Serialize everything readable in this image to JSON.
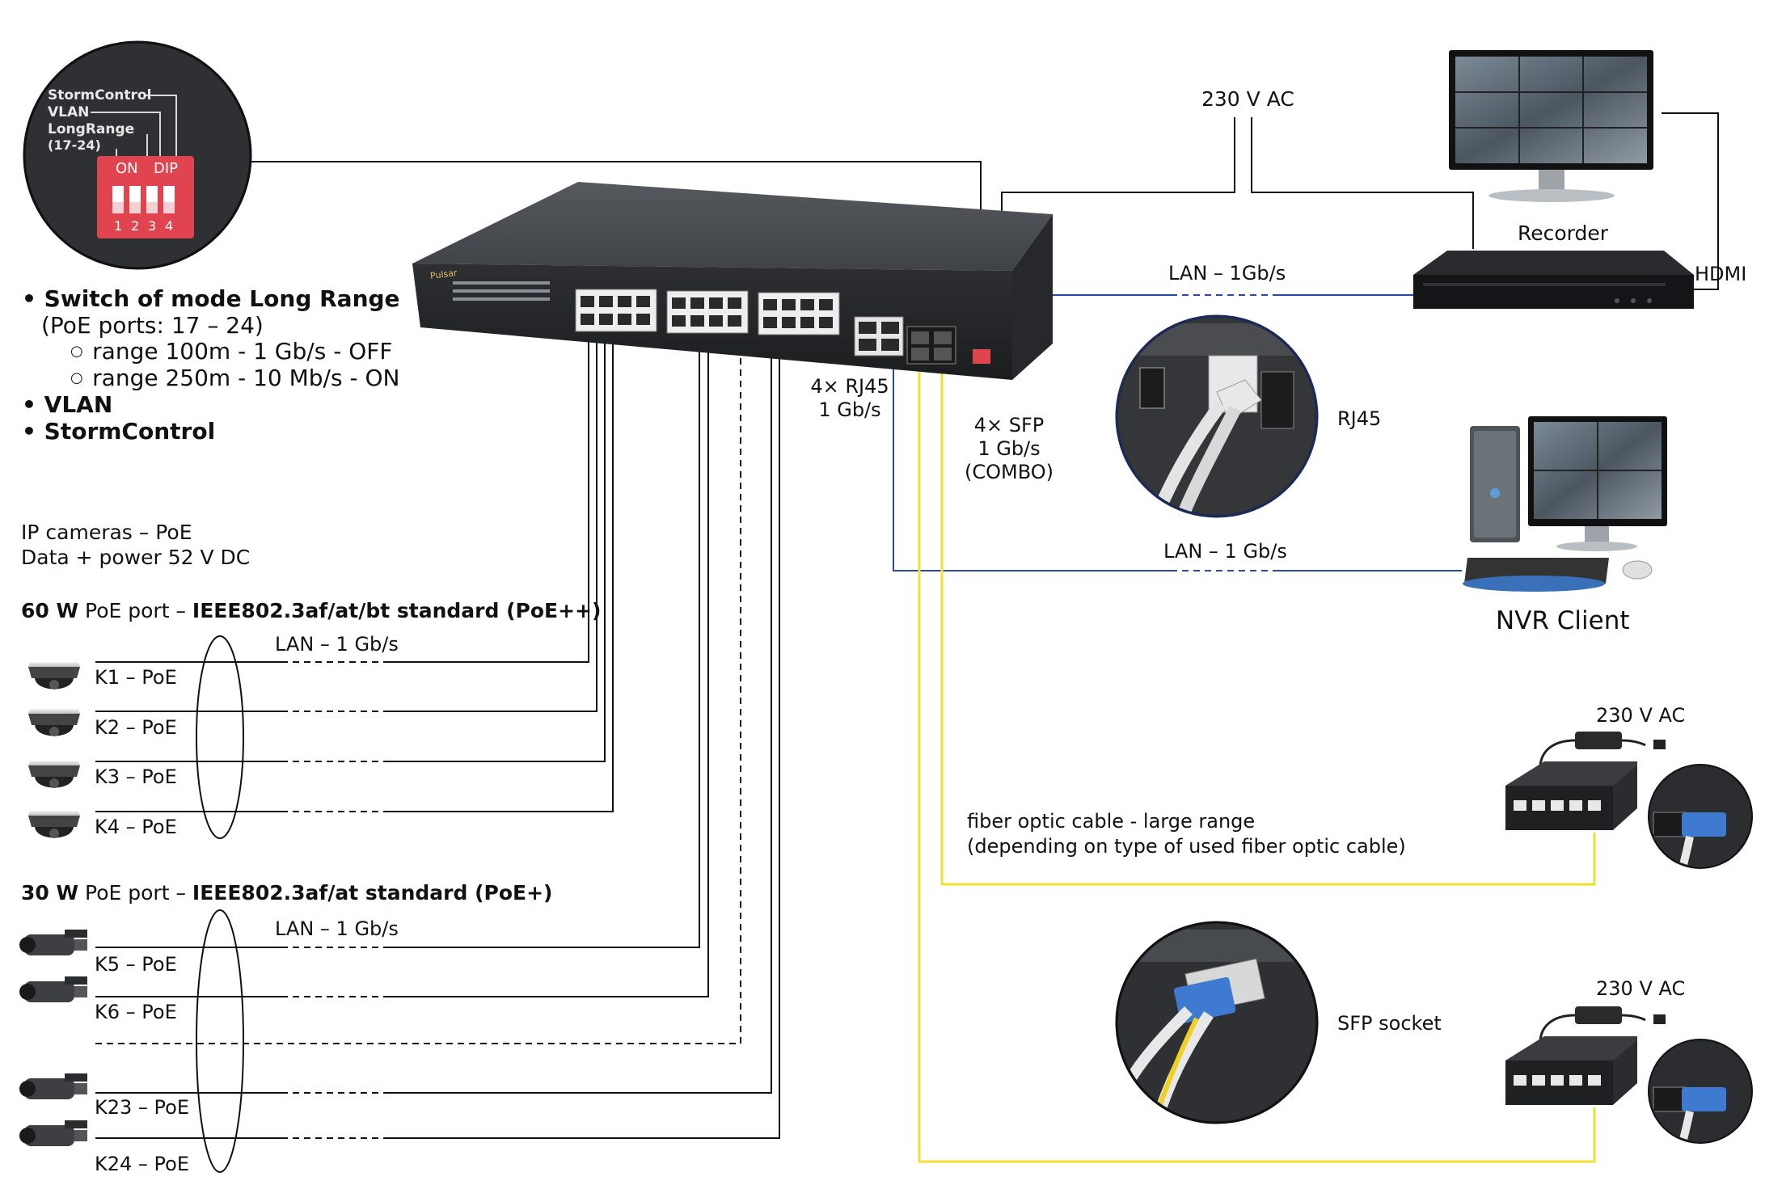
{
  "dip_inset": {
    "labels": [
      "StormControl",
      "VLAN",
      "LongRange",
      "(17-24)"
    ],
    "switch_on": "ON",
    "switch_dip": "DIP",
    "numbers": [
      "1",
      "2",
      "3",
      "4"
    ]
  },
  "features": {
    "long_range_title": "Switch of mode Long Range",
    "poe_ports": "(PoE ports: 17 – 24)",
    "range_off": "range 100m - 1 Gb/s - OFF",
    "range_on": "range 250m - 10 Mb/s - ON",
    "vlan": "VLAN",
    "storm": "StormControl"
  },
  "cameras_intro": {
    "line1": "IP cameras – PoE",
    "line2": "Data + power 52 V DC"
  },
  "group60": {
    "watt": "60 W",
    "mid": " PoE port – ",
    "standard": "IEEE802.3af/at/bt standard (PoE++)",
    "lan": "LAN – 1 Gb/s",
    "cams": [
      "K1 – PoE",
      "K2 – PoE",
      "K3 – PoE",
      "K4 – PoE"
    ]
  },
  "group30": {
    "watt": "30 W",
    "mid": " PoE port – ",
    "standard": "IEEE802.3af/at standard (PoE+)",
    "lan": "LAN – 1 Gb/s",
    "cams": [
      "K5 – PoE",
      "K6 – PoE",
      "K23 – PoE",
      "K24 – PoE"
    ]
  },
  "switch": {
    "brand": "Pulsar",
    "rj45_line1": "4× RJ45",
    "rj45_line2": "1 Gb/s",
    "sfp_line1": "4× SFP",
    "sfp_line2": "1 Gb/s",
    "sfp_line3": "(COMBO)"
  },
  "power_top": "230 V AC",
  "recorder": {
    "label": "Recorder",
    "hdmi": "HDMI",
    "lan": "LAN – 1Gb/s"
  },
  "rj45_inset_label": "RJ45",
  "nvr": {
    "label": "NVR Client",
    "lan": "LAN – 1 Gb/s"
  },
  "fiber": {
    "line1": "fiber optic cable - large range",
    "line2": "(depending on type of used fiber optic cable)"
  },
  "sfp_inset_label": "SFP socket",
  "remote_switches": {
    "power1": "230 V AC",
    "power2": "230 V AC"
  },
  "colors": {
    "fiber": "#f0e030",
    "lan_blue": "#2a4aa0",
    "switch_body": "#3b3e42",
    "dip_red": "#e0454f"
  }
}
